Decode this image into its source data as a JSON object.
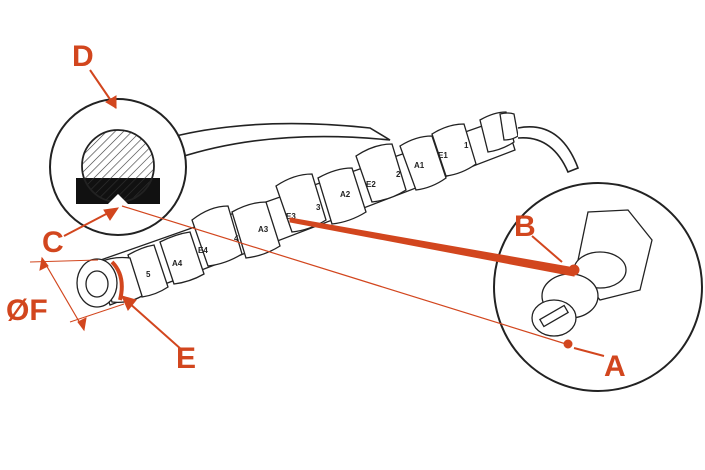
{
  "accent_color": "#d2461e",
  "callouts": {
    "A": "A",
    "B": "B",
    "C": "C",
    "D": "D",
    "E": "E",
    "F": "ØF"
  },
  "segment_labels": [
    "5",
    "A4",
    "E4",
    "4",
    "A3",
    "E3",
    "3",
    "A2",
    "E2",
    "2",
    "A1",
    "E1",
    "1"
  ]
}
